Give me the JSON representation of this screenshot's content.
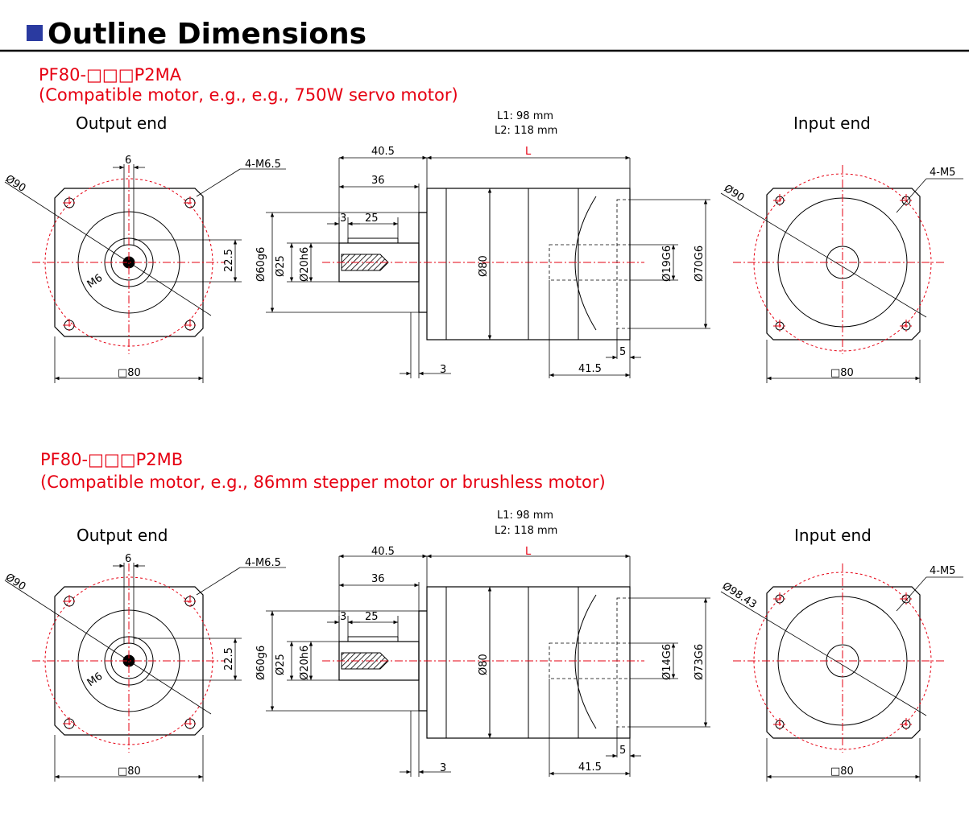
{
  "header": {
    "title": "Outline Dimensions",
    "accent_color": "#2a3aa0"
  },
  "colors": {
    "red": "#e60012"
  },
  "common": {
    "output_label": "Output end",
    "input_label": "Input end",
    "l1": "L1: 98 mm",
    "l2": "L2: 118 mm",
    "dim_l": "L",
    "dim_40_5": "40.5",
    "dim_36": "36",
    "dim_3": "3",
    "dim_25": "25",
    "dim_6": "6",
    "dim_4m6_5": "4-M6.5",
    "dim_phi90": "Ø90",
    "dim_22_5": "22.5",
    "dim_m6": "M6",
    "dim_sq80": "□80",
    "dim_phi60g6": "Ø60g6",
    "dim_phi25": "Ø25",
    "dim_phi20h6": "Ø20h6",
    "dim_phi80": "Ø80",
    "dim_41_5": "41.5",
    "dim_5": "5",
    "dim_4m5": "4-M5"
  },
  "sections": [
    {
      "model": "PF80-□□□P2MA",
      "compat": "(Compatible motor, e.g., e.g., 750W servo motor)",
      "bore": "Ø19G6",
      "pilot": "Ø70G6",
      "input_pcd": "Ø90"
    },
    {
      "model": "PF80-□□□P2MB",
      "compat": "(Compatible motor, e.g., 86mm stepper motor or brushless motor)",
      "bore": "Ø14G6",
      "pilot": "Ø73G6",
      "input_pcd": "Ø98.43"
    }
  ]
}
